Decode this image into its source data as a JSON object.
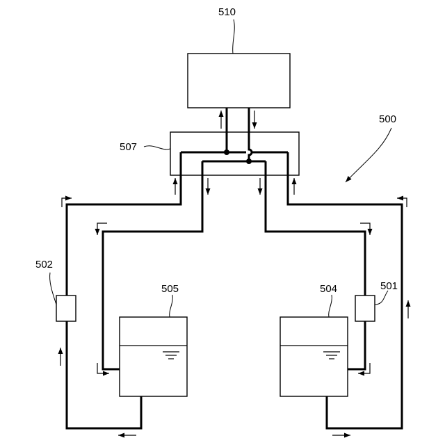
{
  "diagram": {
    "labels": {
      "system": "500",
      "sensor_right": "501",
      "sensor_left": "502",
      "tank_right": "504",
      "tank_left": "505",
      "switch_unit": "507",
      "controller": "510"
    }
  }
}
